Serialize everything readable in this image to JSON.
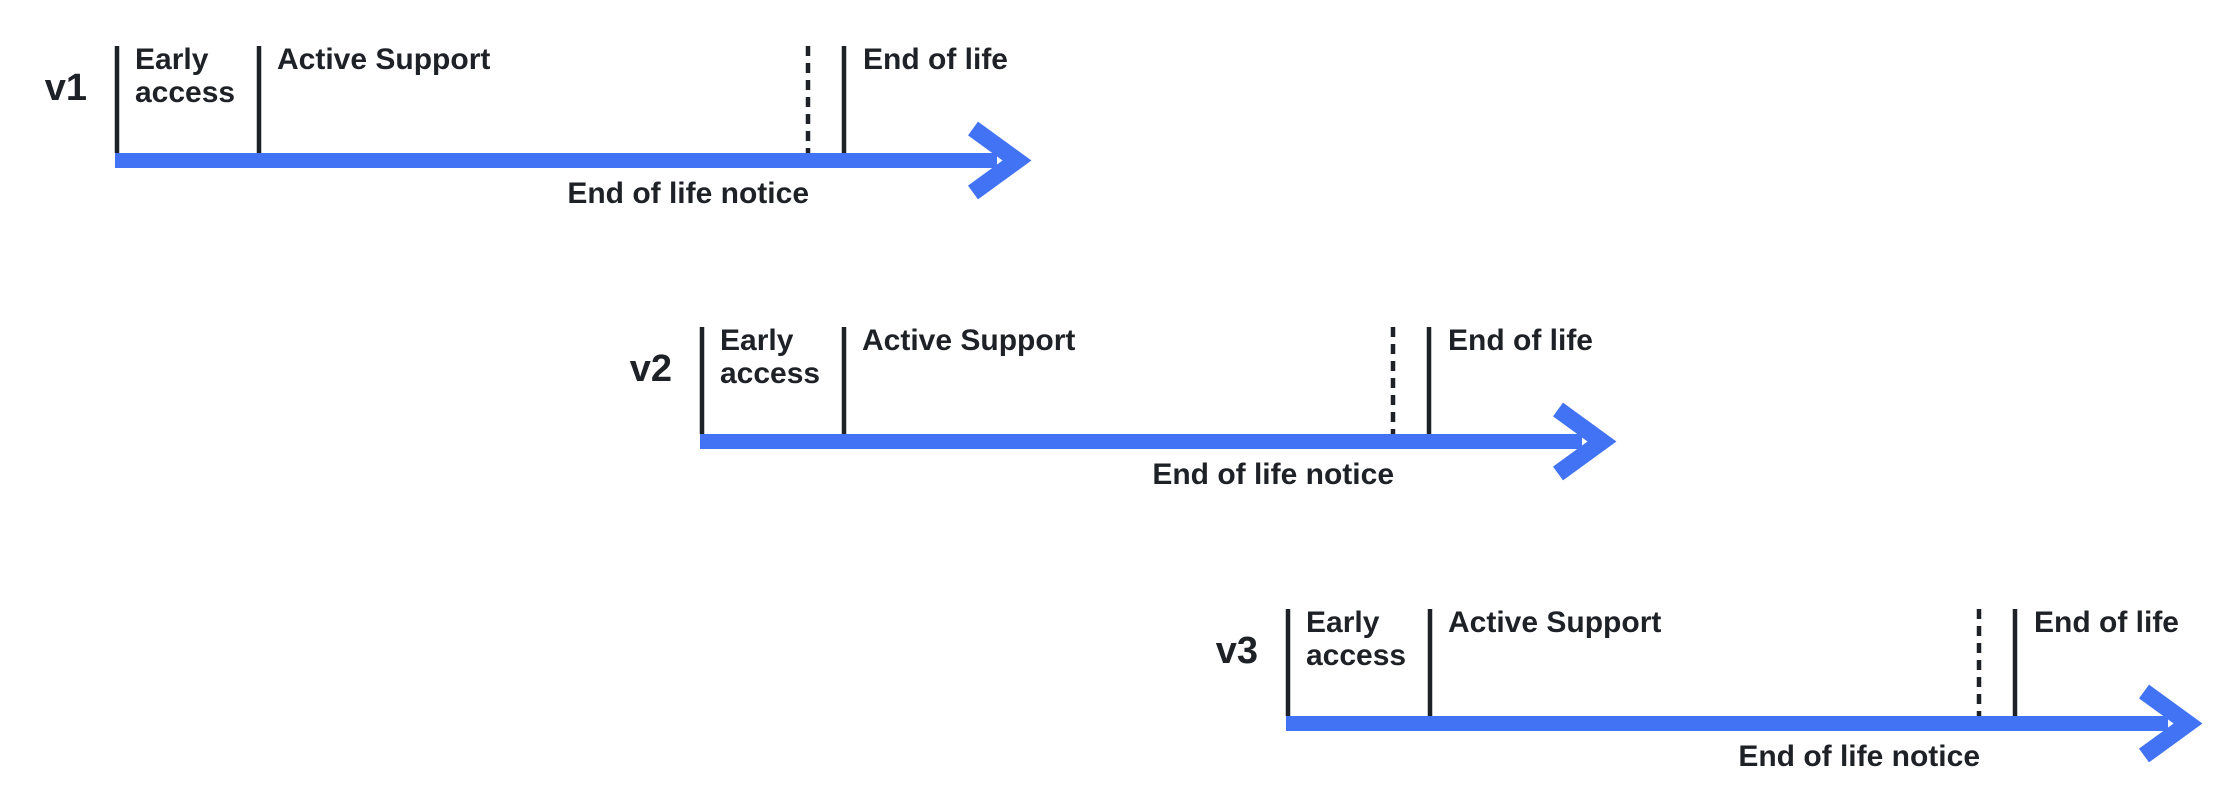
{
  "colors": {
    "arrow_blue": "#4173F4",
    "ink": "#1E2126",
    "background": "#FFFFFF"
  },
  "timelines": [
    {
      "version": "v1",
      "early_access_label": "Early access",
      "active_support_label": "Active Support",
      "end_of_life_label": "End of life",
      "end_of_life_notice_label": "End of life notice"
    },
    {
      "version": "v2",
      "early_access_label": "Early access",
      "active_support_label": "Active Support",
      "end_of_life_label": "End of life",
      "end_of_life_notice_label": "End of life notice"
    },
    {
      "version": "v3",
      "early_access_label": "Early access",
      "active_support_label": "Active Support",
      "end_of_life_label": "End of life",
      "end_of_life_notice_label": "End of life notice"
    }
  ]
}
